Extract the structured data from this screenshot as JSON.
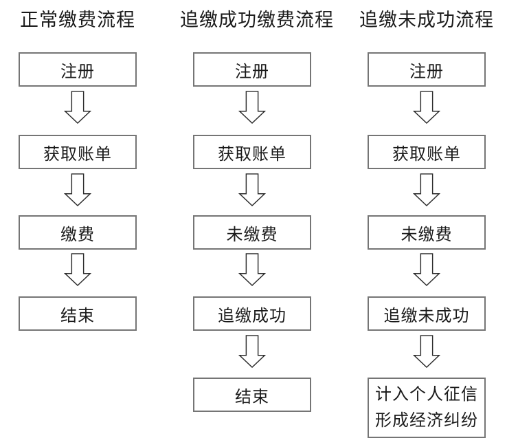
{
  "page": {
    "background": "#ffffff"
  },
  "colors": {
    "box_border": "#757575",
    "arrow_stroke": "#2b2b2b",
    "arrow_fill": "#ffffff",
    "text": "#1a1a1a",
    "background": "#ffffff"
  },
  "flowcharts": [
    {
      "title": "正常缴费流程",
      "steps": [
        {
          "label": "注册"
        },
        {
          "label": "获取账单"
        },
        {
          "label": "缴费"
        },
        {
          "label": "结束"
        }
      ]
    },
    {
      "title": "追缴成功缴费流程",
      "steps": [
        {
          "label": "注册"
        },
        {
          "label": "获取账单"
        },
        {
          "label": "未缴费"
        },
        {
          "label": "追缴成功"
        },
        {
          "label": "结束"
        }
      ]
    },
    {
      "title": "追缴未成功流程",
      "steps": [
        {
          "label": "注册"
        },
        {
          "label": "获取账单"
        },
        {
          "label": "未缴费"
        },
        {
          "label": "追缴未成功"
        },
        {
          "label": "计入个人征信",
          "label_line2": "形成经济纠纷"
        }
      ]
    }
  ]
}
